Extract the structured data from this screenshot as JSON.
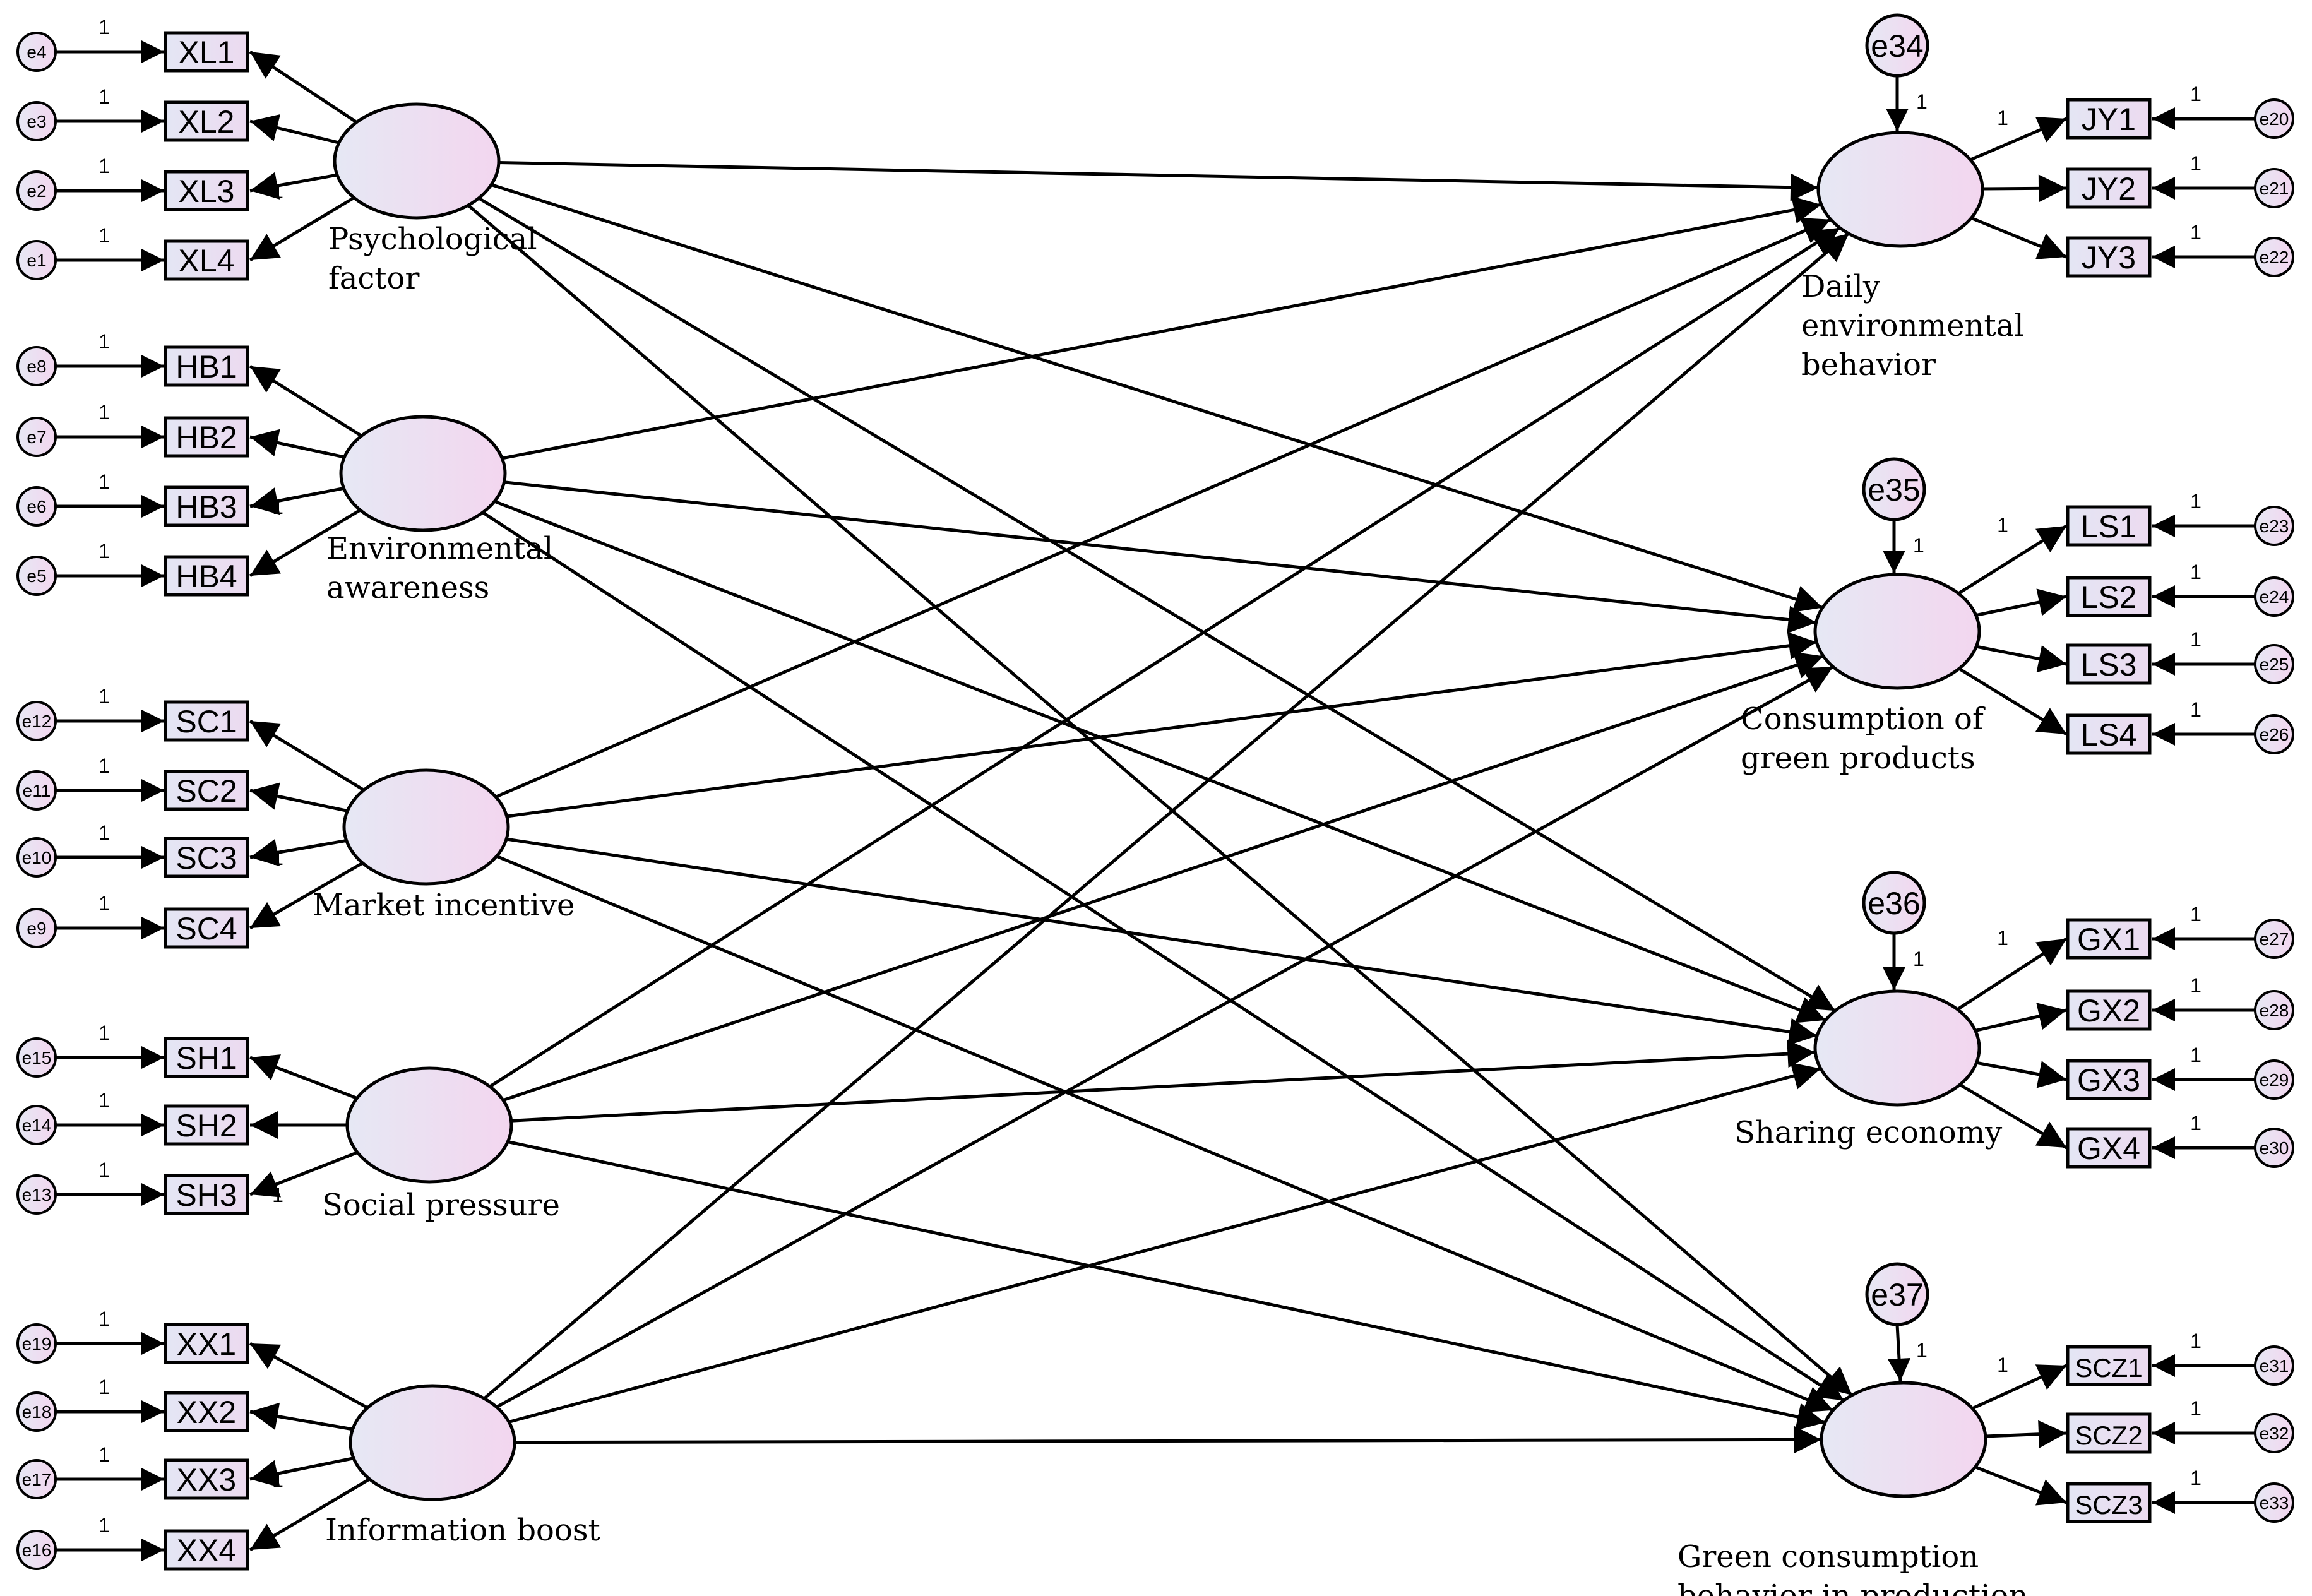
{
  "colors": {
    "fill_light": "#e6e8f4",
    "fill_pink": "#f3d6ef",
    "stroke": "#000000",
    "background": "#ffffff"
  },
  "path_label": "1",
  "exogenous": [
    {
      "id": "psych",
      "label": [
        "Psychological",
        "factor"
      ],
      "indicators": [
        {
          "name": "XL1",
          "error": "e4"
        },
        {
          "name": "XL2",
          "error": "e3"
        },
        {
          "name": "XL3",
          "error": "e2"
        },
        {
          "name": "XL4",
          "error": "e1"
        }
      ]
    },
    {
      "id": "env",
      "label": [
        "Environmental",
        "awareness"
      ],
      "indicators": [
        {
          "name": "HB1",
          "error": "e8"
        },
        {
          "name": "HB2",
          "error": "e7"
        },
        {
          "name": "HB3",
          "error": "e6"
        },
        {
          "name": "HB4",
          "error": "e5"
        }
      ]
    },
    {
      "id": "market",
      "label": [
        "Market incentive"
      ],
      "indicators": [
        {
          "name": "SC1",
          "error": "e12"
        },
        {
          "name": "SC2",
          "error": "e11"
        },
        {
          "name": "SC3",
          "error": "e10"
        },
        {
          "name": "SC4",
          "error": "e9"
        }
      ]
    },
    {
      "id": "social",
      "label": [
        "Social pressure"
      ],
      "indicators": [
        {
          "name": "SH1",
          "error": "e15"
        },
        {
          "name": "SH2",
          "error": "e14"
        },
        {
          "name": "SH3",
          "error": "e13"
        }
      ]
    },
    {
      "id": "info",
      "label": [
        "Information boost"
      ],
      "indicators": [
        {
          "name": "XX1",
          "error": "e19"
        },
        {
          "name": "XX2",
          "error": "e18"
        },
        {
          "name": "XX3",
          "error": "e17"
        },
        {
          "name": "XX4",
          "error": "e16"
        }
      ]
    }
  ],
  "endogenous": [
    {
      "id": "daily",
      "residual": "e34",
      "label": [
        "Daily",
        "environmental",
        "behavior"
      ],
      "indicators": [
        {
          "name": "JY1",
          "error": "e20"
        },
        {
          "name": "JY2",
          "error": "e21"
        },
        {
          "name": "JY3",
          "error": "e22"
        }
      ]
    },
    {
      "id": "green",
      "residual": "e35",
      "label": [
        "Consumption of",
        "green products"
      ],
      "indicators": [
        {
          "name": "LS1",
          "error": "e23"
        },
        {
          "name": "LS2",
          "error": "e24"
        },
        {
          "name": "LS3",
          "error": "e25"
        },
        {
          "name": "LS4",
          "error": "e26"
        }
      ]
    },
    {
      "id": "share",
      "residual": "e36",
      "label": [
        "Sharing economy"
      ],
      "indicators": [
        {
          "name": "GX1",
          "error": "e27"
        },
        {
          "name": "GX2",
          "error": "e28"
        },
        {
          "name": "GX3",
          "error": "e29"
        },
        {
          "name": "GX4",
          "error": "e30"
        }
      ]
    },
    {
      "id": "prod",
      "residual": "e37",
      "label": [
        "Green consumption",
        "behavior in production"
      ],
      "indicators": [
        {
          "name": "SCZ1",
          "error": "e31"
        },
        {
          "name": "SCZ2",
          "error": "e32"
        },
        {
          "name": "SCZ3",
          "error": "e33"
        }
      ]
    }
  ]
}
